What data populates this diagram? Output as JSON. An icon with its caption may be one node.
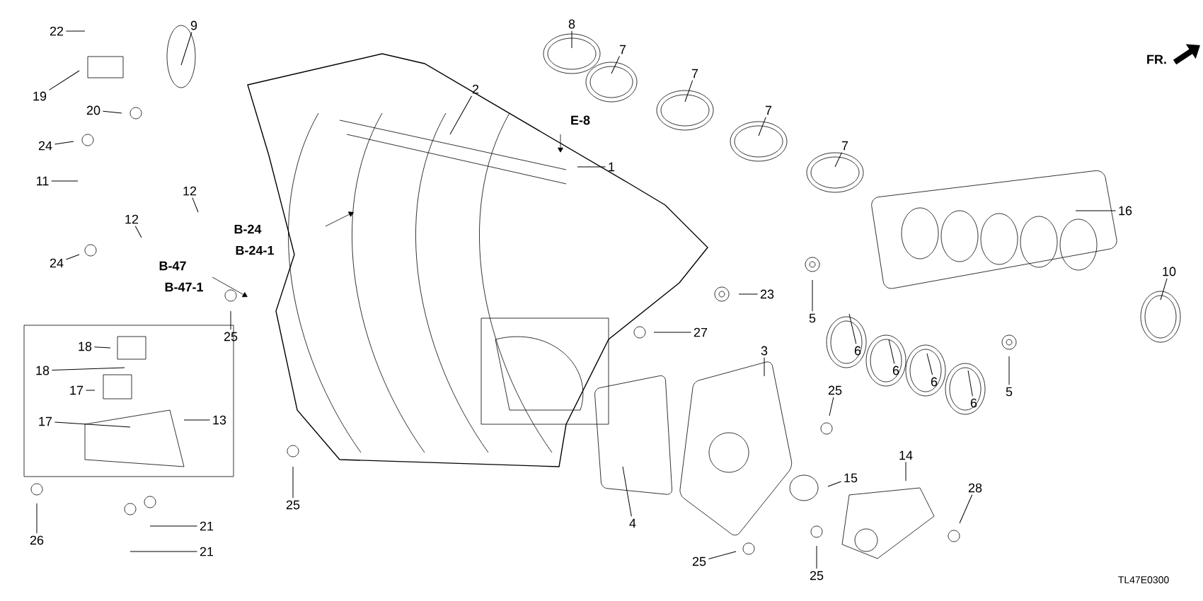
{
  "diagram": {
    "nodes": [
      {
        "text": [
          "22"
        ]
      },
      {
        "text": [
          "9"
        ]
      },
      {
        "text": [
          "8"
        ]
      },
      {
        "text": [
          "7"
        ]
      },
      {
        "text": [
          "7"
        ]
      },
      {
        "text": [
          "7"
        ]
      },
      {
        "text": [
          "7"
        ]
      },
      {
        "text": [
          "19"
        ]
      },
      {
        "text": [
          "20"
        ]
      },
      {
        "text": [
          "2"
        ]
      },
      {
        "text": [
          "1"
        ]
      },
      {
        "text": [
          "24"
        ]
      },
      {
        "text": [
          "11"
        ]
      },
      {
        "text": [
          "12"
        ]
      },
      {
        "text": [
          "12"
        ]
      },
      {
        "text": [
          "24"
        ]
      },
      {
        "text": [
          "16"
        ]
      },
      {
        "text": [
          "10"
        ]
      },
      {
        "text": [
          "23"
        ]
      },
      {
        "text": [
          "25"
        ]
      },
      {
        "text": [
          "5"
        ]
      },
      {
        "text": [
          "6"
        ]
      },
      {
        "text": [
          "6"
        ]
      },
      {
        "text": [
          "6"
        ]
      },
      {
        "text": [
          "6"
        ]
      },
      {
        "text": [
          "5"
        ]
      },
      {
        "text": [
          "27"
        ]
      },
      {
        "text": [
          "3"
        ]
      },
      {
        "text": [
          "18"
        ]
      },
      {
        "text": [
          "18"
        ]
      },
      {
        "text": [
          "17"
        ]
      },
      {
        "text": [
          "17"
        ]
      },
      {
        "text": [
          "13"
        ]
      },
      {
        "text": [
          "25"
        ]
      },
      {
        "text": [
          "15"
        ]
      },
      {
        "text": [
          "14"
        ]
      },
      {
        "text": [
          "4"
        ]
      },
      {
        "text": [
          "25"
        ]
      },
      {
        "text": [
          "26"
        ]
      },
      {
        "text": [
          "21"
        ]
      },
      {
        "text": [
          "21"
        ]
      },
      {
        "text": [
          "28"
        ]
      },
      {
        "text": [
          "25"
        ]
      },
      {
        "text": [
          "25"
        ]
      }
    ],
    "edges": [
      {
        "from": 0,
        "to": null,
        "arrow": "none"
      },
      {
        "from": 1,
        "to": null,
        "arrow": "none"
      },
      {
        "from": 2,
        "to": null,
        "arrow": "none"
      },
      {
        "from": 3,
        "to": null,
        "arrow": "none"
      },
      {
        "from": 4,
        "to": null,
        "arrow": "none"
      },
      {
        "from": 5,
        "to": null,
        "arrow": "none"
      },
      {
        "from": 6,
        "to": null,
        "arrow": "none"
      },
      {
        "from": 7,
        "to": null,
        "arrow": "none"
      },
      {
        "from": 8,
        "to": null,
        "arrow": "none"
      },
      {
        "from": 9,
        "to": null,
        "arrow": "none"
      },
      {
        "from": 10,
        "to": null,
        "arrow": "none"
      },
      {
        "from": 11,
        "to": null,
        "arrow": "none"
      },
      {
        "from": 12,
        "to": null,
        "arrow": "none"
      },
      {
        "from": 13,
        "to": null,
        "arrow": "none"
      },
      {
        "from": 14,
        "to": null,
        "arrow": "none"
      },
      {
        "from": 15,
        "to": null,
        "arrow": "none"
      },
      {
        "from": 16,
        "to": null,
        "arrow": "none"
      },
      {
        "from": 17,
        "to": null,
        "arrow": "none"
      },
      {
        "from": 18,
        "to": null,
        "arrow": "none"
      },
      {
        "from": 19,
        "to": null,
        "arrow": "none"
      },
      {
        "from": 20,
        "to": null,
        "arrow": "none"
      },
      {
        "from": 21,
        "to": null,
        "arrow": "none"
      },
      {
        "from": 22,
        "to": null,
        "arrow": "none"
      },
      {
        "from": 23,
        "to": null,
        "arrow": "none"
      },
      {
        "from": 24,
        "to": null,
        "arrow": "none"
      },
      {
        "from": 25,
        "to": null,
        "arrow": "none"
      },
      {
        "from": 26,
        "to": null,
        "arrow": "none"
      },
      {
        "from": 27,
        "to": null,
        "arrow": "none"
      },
      {
        "from": 28,
        "to": null,
        "arrow": "none"
      },
      {
        "from": 29,
        "to": null,
        "arrow": "none"
      },
      {
        "from": 30,
        "to": null,
        "arrow": "none"
      },
      {
        "from": 31,
        "to": null,
        "arrow": "none"
      },
      {
        "from": 32,
        "to": null,
        "arrow": "none"
      },
      {
        "from": 33,
        "to": null,
        "arrow": "none"
      },
      {
        "from": 34,
        "to": null,
        "arrow": "none"
      },
      {
        "from": 35,
        "to": null,
        "arrow": "none"
      },
      {
        "from": 36,
        "to": null,
        "arrow": "none"
      },
      {
        "from": 37,
        "to": null,
        "arrow": "none"
      },
      {
        "from": 38,
        "to": null,
        "arrow": "none"
      },
      {
        "from": 39,
        "to": null,
        "arrow": "none"
      },
      {
        "from": 40,
        "to": null,
        "arrow": "none"
      },
      {
        "from": 41,
        "to": null,
        "arrow": "none"
      },
      {
        "from": 42,
        "to": null,
        "arrow": "none"
      },
      {
        "from": 43,
        "to": null,
        "arrow": "none"
      }
    ],
    "labels": [
      "FR.",
      "E-8",
      "B-24",
      "B-24-1",
      "B-47",
      "B-47-1",
      "TL47E0300"
    ]
  }
}
